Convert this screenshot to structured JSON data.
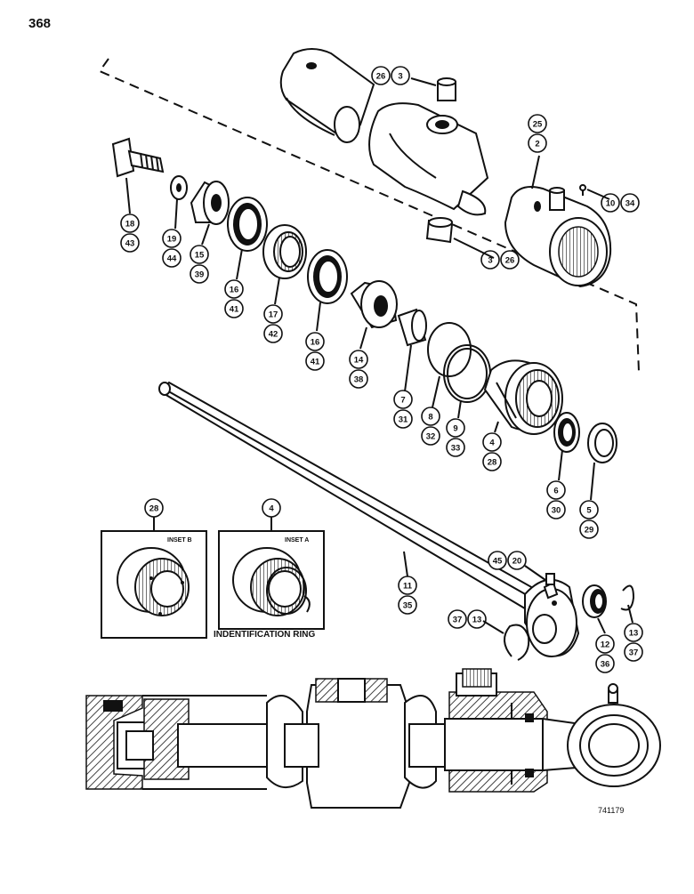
{
  "page_number": "368",
  "figure_code": "741179",
  "insets": {
    "b": {
      "label": "INSET B",
      "callout": "28"
    },
    "a": {
      "label": "INSET A",
      "callout": "4",
      "ring_label": "INDENTIFICATION RING"
    }
  },
  "callouts": [
    {
      "id": "c-26-3-top",
      "top": "26",
      "bottom": "3"
    },
    {
      "id": "c-25-2",
      "top": "25",
      "bottom": "2"
    },
    {
      "id": "c-10-34",
      "top": "10",
      "bottom": "34"
    },
    {
      "id": "c-3-26-low",
      "top": "3",
      "bottom": "26"
    },
    {
      "id": "c-18-43",
      "top": "18",
      "bottom": "43"
    },
    {
      "id": "c-19-44",
      "top": "19",
      "bottom": "44"
    },
    {
      "id": "c-15-39",
      "top": "15",
      "bottom": "39"
    },
    {
      "id": "c-16-41-a",
      "top": "16",
      "bottom": "41"
    },
    {
      "id": "c-17-42",
      "top": "17",
      "bottom": "42"
    },
    {
      "id": "c-16-41-b",
      "top": "16",
      "bottom": "41"
    },
    {
      "id": "c-14-38",
      "top": "14",
      "bottom": "38"
    },
    {
      "id": "c-7-31",
      "top": "7",
      "bottom": "31"
    },
    {
      "id": "c-8-32",
      "top": "8",
      "bottom": "32"
    },
    {
      "id": "c-9-33",
      "top": "9",
      "bottom": "33"
    },
    {
      "id": "c-4-28",
      "top": "4",
      "bottom": "28"
    },
    {
      "id": "c-6-30",
      "top": "6",
      "bottom": "30"
    },
    {
      "id": "c-5-29",
      "top": "5",
      "bottom": "29"
    },
    {
      "id": "c-11-35",
      "top": "11",
      "bottom": "35"
    },
    {
      "id": "c-45-20",
      "top": "45",
      "bottom": "20"
    },
    {
      "id": "c-37-13",
      "top": "37",
      "bottom": "13"
    },
    {
      "id": "c-12-36",
      "top": "12",
      "bottom": "36"
    },
    {
      "id": "c-13-37",
      "top": "13",
      "bottom": "37"
    }
  ]
}
